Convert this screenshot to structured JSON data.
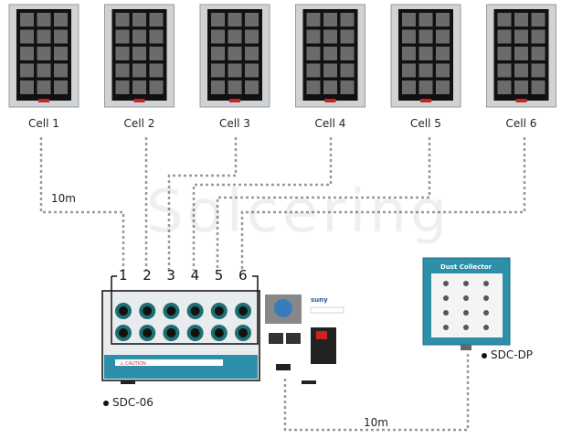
{
  "cells": [
    {
      "label": "Cell 1"
    },
    {
      "label": "Cell 2"
    },
    {
      "label": "Cell 3"
    },
    {
      "label": "Cell 4"
    },
    {
      "label": "Cell 5"
    },
    {
      "label": "Cell 6"
    }
  ],
  "ports": [
    "1",
    "2",
    "3",
    "4",
    "5",
    "6"
  ],
  "cable_top": "10m",
  "cable_bottom": "10m",
  "devices": {
    "main": "SDC-06",
    "dust": "SDC-DP",
    "dust_title": "Dust Collector",
    "caution": "CAUTION",
    "brand": "suny"
  },
  "watermark": "Solcering",
  "colors": {
    "teal": "#2d8fa8",
    "dash": "#999999"
  }
}
